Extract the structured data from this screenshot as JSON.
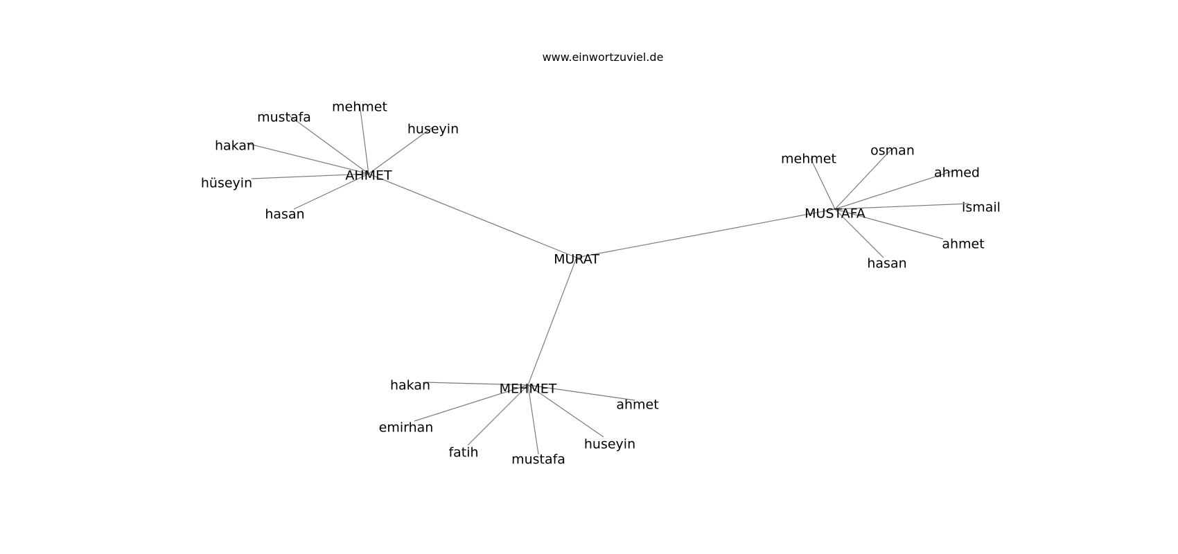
{
  "title": "www.einwortzuviel.de",
  "colors": {
    "background": "#ffffff",
    "edge": "#7a7a7a",
    "text": "#000000"
  },
  "graph": {
    "root": "MURAT",
    "nodes": [
      {
        "id": "murat",
        "label": "MURAT"
      },
      {
        "id": "ahmet",
        "label": "AHMET"
      },
      {
        "id": "mustafa",
        "label": "MUSTAFA"
      },
      {
        "id": "mehmet",
        "label": "MEHMET"
      },
      {
        "id": "ahmet-mehmet",
        "label": "mehmet"
      },
      {
        "id": "ahmet-mustafa",
        "label": "mustafa"
      },
      {
        "id": "ahmet-huseyin",
        "label": "huseyin"
      },
      {
        "id": "ahmet-hakan",
        "label": "hakan"
      },
      {
        "id": "ahmet-huseyin-umlaut",
        "label": "hüseyin"
      },
      {
        "id": "ahmet-hasan",
        "label": "hasan"
      },
      {
        "id": "mustafa-mehmet",
        "label": "mehmet"
      },
      {
        "id": "mustafa-osman",
        "label": "osman"
      },
      {
        "id": "mustafa-ahmed",
        "label": "ahmed"
      },
      {
        "id": "mustafa-ismail",
        "label": "ismail"
      },
      {
        "id": "mustafa-ahmet",
        "label": "ahmet"
      },
      {
        "id": "mustafa-hasan",
        "label": "hasan"
      },
      {
        "id": "mehmet-hakan",
        "label": "hakan"
      },
      {
        "id": "mehmet-emirhan",
        "label": "emirhan"
      },
      {
        "id": "mehmet-fatih",
        "label": "fatih"
      },
      {
        "id": "mehmet-mustafa",
        "label": "mustafa"
      },
      {
        "id": "mehmet-huseyin",
        "label": "huseyin"
      },
      {
        "id": "mehmet-ahmet",
        "label": "ahmet"
      }
    ],
    "edges": [
      [
        "murat",
        "ahmet"
      ],
      [
        "murat",
        "mustafa"
      ],
      [
        "murat",
        "mehmet"
      ],
      [
        "ahmet",
        "ahmet-mehmet"
      ],
      [
        "ahmet",
        "ahmet-mustafa"
      ],
      [
        "ahmet",
        "ahmet-huseyin"
      ],
      [
        "ahmet",
        "ahmet-hakan"
      ],
      [
        "ahmet",
        "ahmet-huseyin-umlaut"
      ],
      [
        "ahmet",
        "ahmet-hasan"
      ],
      [
        "mustafa",
        "mustafa-mehmet"
      ],
      [
        "mustafa",
        "mustafa-osman"
      ],
      [
        "mustafa",
        "mustafa-ahmed"
      ],
      [
        "mustafa",
        "mustafa-ismail"
      ],
      [
        "mustafa",
        "mustafa-ahmet"
      ],
      [
        "mustafa",
        "mustafa-hasan"
      ],
      [
        "mehmet",
        "mehmet-hakan"
      ],
      [
        "mehmet",
        "mehmet-emirhan"
      ],
      [
        "mehmet",
        "mehmet-fatih"
      ],
      [
        "mehmet",
        "mehmet-mustafa"
      ],
      [
        "mehmet",
        "mehmet-huseyin"
      ],
      [
        "mehmet",
        "mehmet-ahmet"
      ]
    ]
  }
}
